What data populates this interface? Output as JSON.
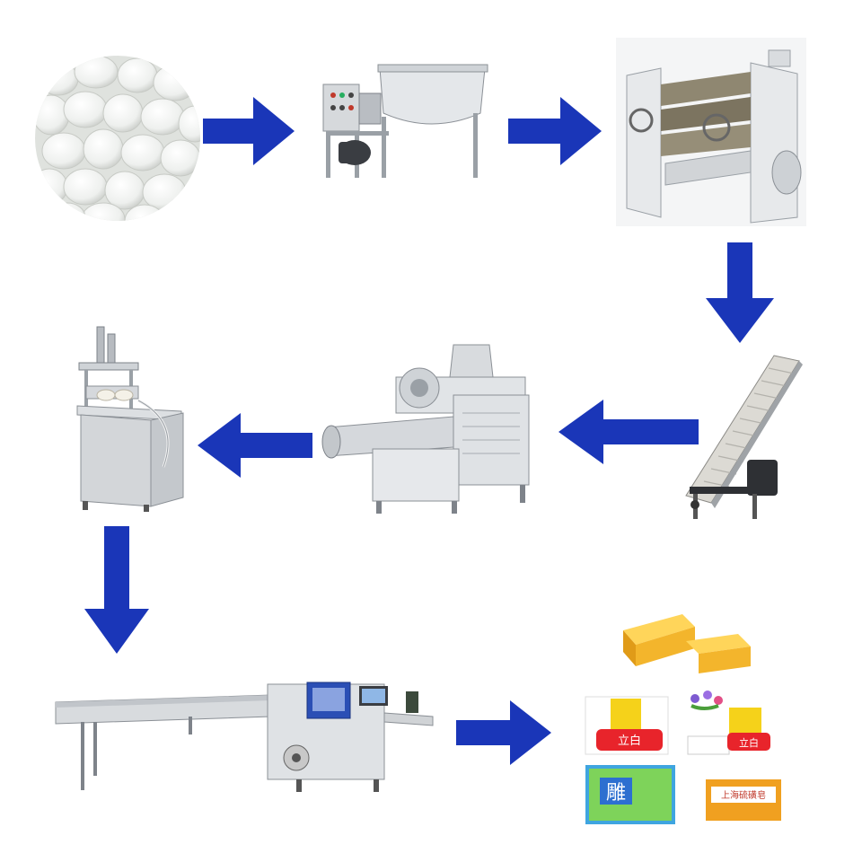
{
  "diagram": {
    "type": "process-flow",
    "arrow_color": "#1a36b8",
    "steps": [
      {
        "name": "soap-noodles",
        "icon": "soap-noodles-photo"
      },
      {
        "name": "mixer",
        "icon": "ribbon-mixer-machine"
      },
      {
        "name": "three-roll-mill",
        "icon": "three-roll-mill-machine"
      },
      {
        "name": "belt-conveyor",
        "icon": "inclined-conveyor-machine"
      },
      {
        "name": "vacuum-plodder",
        "icon": "double-stage-extruder-machine"
      },
      {
        "name": "stamping-press",
        "icon": "soap-stamping-machine"
      },
      {
        "name": "flow-wrapper",
        "icon": "flow-wrap-packing-machine"
      },
      {
        "name": "finished-soap",
        "icon": "packaged-soap-products"
      }
    ],
    "finished_products": {
      "package_1": {
        "label": "立白",
        "color": "#f5d21a"
      },
      "package_2": {
        "label": "立白",
        "color": "#f5d21a"
      },
      "package_3": {
        "label": "雕",
        "color": "#3fa5e0"
      },
      "package_4": {
        "label": "上海硫磺皂",
        "color": "#f0a020"
      }
    }
  }
}
